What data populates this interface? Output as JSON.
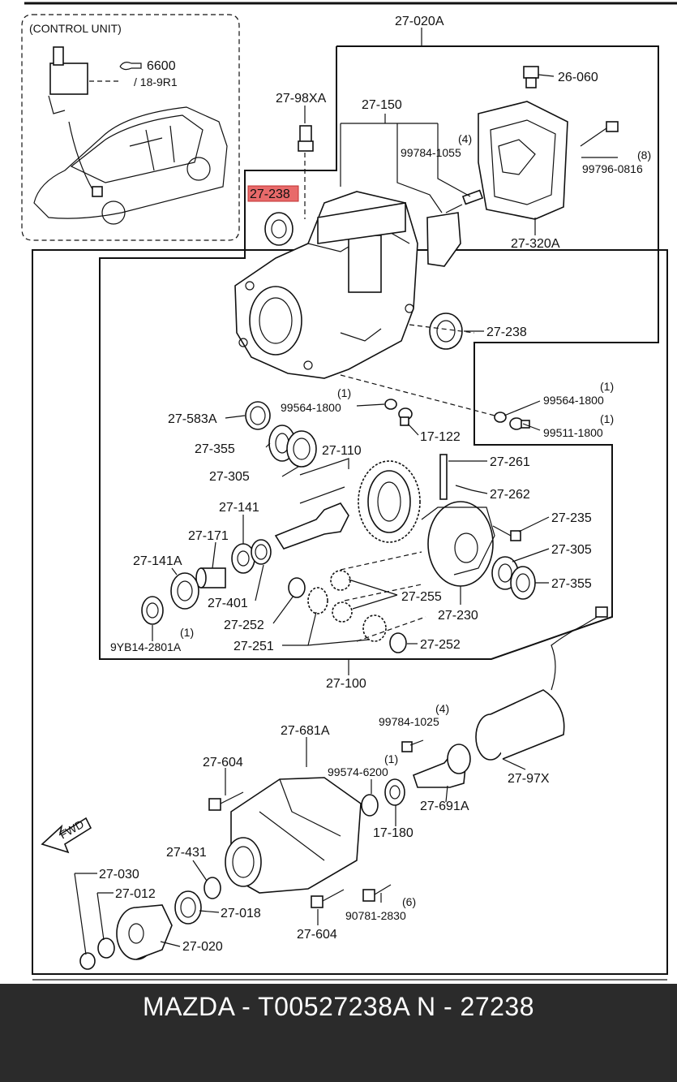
{
  "diagram": {
    "control_unit_title": "(CONTROL UNIT)",
    "control_unit_ref_1": "6600",
    "control_unit_ref_2": "/ 18-9R1",
    "fwd": "FWD",
    "labels": {
      "l_27_020A": "27-020A",
      "l_27_98XA": "27-98XA",
      "l_27_150": "27-150",
      "l_26_060": "26-060",
      "l_q4a": "(4)",
      "l_99784_1055": "99784-1055",
      "l_q8": "(8)",
      "l_99796_0816": "99796-0816",
      "l_27_238_top": "27-238",
      "l_27_320A": "27-320A",
      "l_27_238_right": "27-238",
      "l_q1a": "(1)",
      "l_99564_1800_a": "99564-1800",
      "l_q1b": "(1)",
      "l_99564_1800_b": "99564-1800",
      "l_q1c": "(1)",
      "l_99511_1800": "99511-1800",
      "l_17_122": "17-122",
      "l_27_583A": "27-583A",
      "l_27_355_a": "27-355",
      "l_27_110": "27-110",
      "l_27_261": "27-261",
      "l_27_305_a": "27-305",
      "l_27_262": "27-262",
      "l_27_141": "27-141",
      "l_27_235": "27-235",
      "l_27_171": "27-171",
      "l_27_305_b": "27-305",
      "l_27_141A": "27-141A",
      "l_27_355_b": "27-355",
      "l_27_401": "27-401",
      "l_27_255": "27-255",
      "l_27_252_a": "27-252",
      "l_27_230": "27-230",
      "l_q1d": "(1)",
      "l_9YB14_2801A": "9YB14-2801A",
      "l_27_251": "27-251",
      "l_27_252_b": "27-252",
      "l_27_100": "27-100",
      "l_q4b": "(4)",
      "l_99784_1025": "99784-1025",
      "l_27_681A": "27-681A",
      "l_27_604_a": "27-604",
      "l_q1e": "(1)",
      "l_99574_6200": "99574-6200",
      "l_27_97X": "27-97X",
      "l_27_691A": "27-691A",
      "l_17_180": "17-180",
      "l_27_431": "27-431",
      "l_27_030": "27-030",
      "l_27_012": "27-012",
      "l_q6": "(6)",
      "l_27_018": "27-018",
      "l_90781_2830": "90781-2830",
      "l_27_020": "27-020",
      "l_27_604_b": "27-604"
    },
    "highlight_color": "#e86a6a"
  },
  "footer": {
    "text": "MAZDA - T00527238A    N - 27238"
  }
}
